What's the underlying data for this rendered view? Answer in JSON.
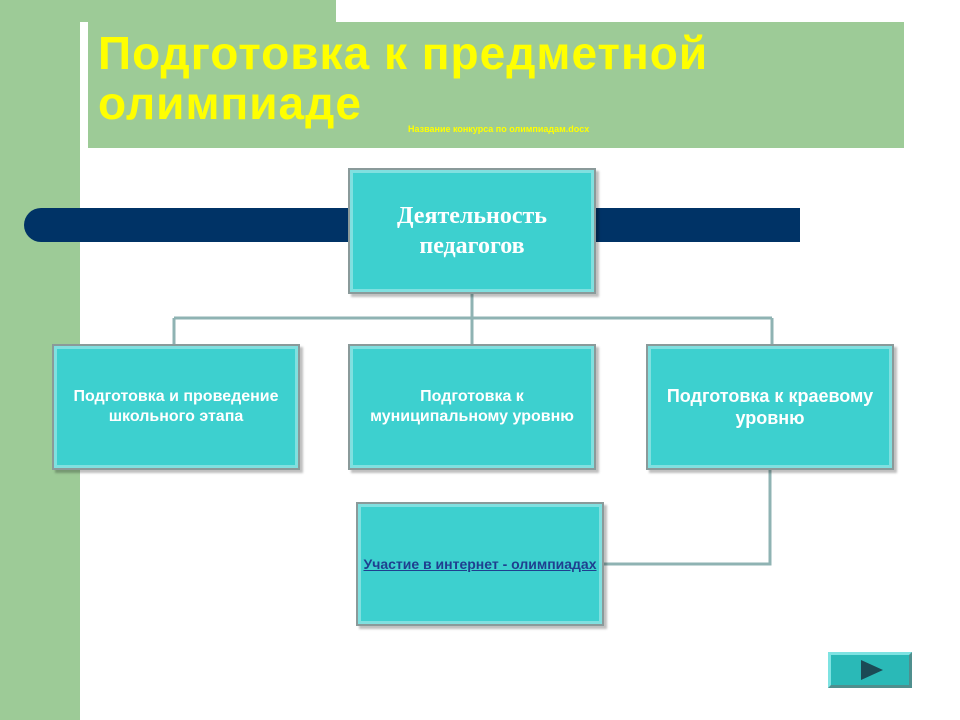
{
  "slide": {
    "title": "Подготовка к предметной олимпиаде",
    "doc_link": "Название конкурса по олимпиадам.docx"
  },
  "diagram": {
    "root": "Деятельность педагогов",
    "children": [
      "Подготовка и проведение школьного этапа",
      "Подготовка к муниципальному уровню",
      "Подготовка  к краевому уровню"
    ],
    "extra": "Участие в интернет - олимпиадах"
  },
  "colors": {
    "green": "#9dcb97",
    "title": "#ffff00",
    "navy": "#003366",
    "box": "#3dd0cf",
    "link": "#1f3f8f"
  },
  "icons": {
    "next": "play-arrow-icon"
  }
}
